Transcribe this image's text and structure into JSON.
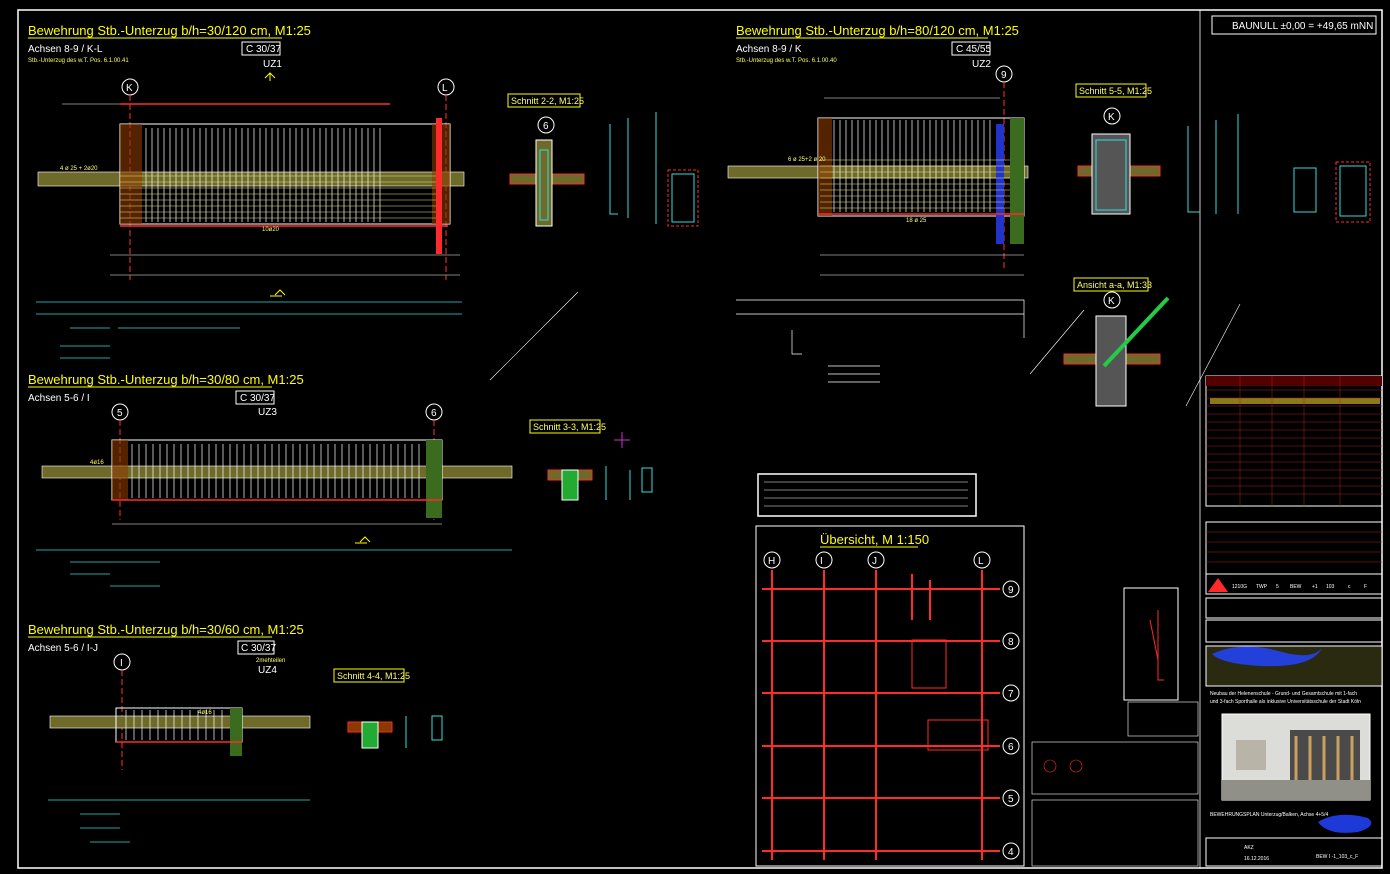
{
  "drawing": {
    "baunull": "BAUNULL ±0,00 = +49,65 mNN",
    "beams": [
      {
        "title": "Bewehrung Stb.-Unterzug b/h=30/120 cm, M1:25",
        "achsen": "Achsen 8-9 / K-L",
        "concrete": "C 30/37",
        "note": "Stb.-Unterzug des w.T. Pos. 6.1.00.41",
        "tag": "UZ1",
        "axis_left": "K",
        "axis_right": "L",
        "bars_top": "4 ø 25 + 2ø20",
        "bars_bottom": "10ø20"
      },
      {
        "title": "Bewehrung Stb.-Unterzug b/h=80/120 cm, M1:25",
        "achsen": "Achsen 8-9 / K",
        "concrete": "C 45/55",
        "note": "Stb.-Unterzug des w.T. Pos. 6.1.00.40",
        "tag": "UZ2",
        "axis_left": "9",
        "bars_top": "6 ø 25+2 ø 20",
        "bars_bottom": "18 ø 25"
      },
      {
        "title": "Bewehrung Stb.-Unterzug b/h=30/80 cm, M1:25",
        "achsen": "Achsen 5-6 / I",
        "concrete": "C 30/37",
        "tag": "UZ3",
        "axis_left": "5",
        "axis_right": "6",
        "bars": "4ø16"
      },
      {
        "title": "Bewehrung Stb.-Unterzug b/h=30/60 cm, M1:25",
        "achsen": "Achsen 5-6 / I-J",
        "concrete": "C 30/37",
        "sub": "2mehteilen",
        "tag": "UZ4",
        "axis_left": "I",
        "bars": "4ø16"
      }
    ],
    "sections": [
      {
        "label": "Schnitt 2-2, M1:25",
        "axis": "6"
      },
      {
        "label": "Schnitt 5-5, M1:25",
        "axis": "K"
      },
      {
        "label": "Ansicht a-a, M1:33",
        "axis": "K"
      },
      {
        "label": "Schnitt 3-3, M1:25"
      },
      {
        "label": "Schnitt 4-4, M1:25"
      }
    ],
    "overview": {
      "title": "Übersicht, M 1:150",
      "top_axes": [
        "H",
        "I",
        "J",
        "L"
      ],
      "side_axes": [
        "9",
        "8",
        "7",
        "6",
        "5",
        "4"
      ]
    }
  },
  "title_block": {
    "project_line1": "Neubau der Helenenschule - Grund- und Gesamtschule mit 1-fach",
    "project_line2": "und 3-fach Sporthalle als inklusive Universitätsschule der Stadt Köln",
    "plan_type": "BEWEHRUNGSPLAN Unterzug/Balken, Achse 4+5/4",
    "index_codes": [
      "1210G",
      "TWP",
      "5",
      "BEW",
      "+1",
      "103",
      "c",
      "F"
    ],
    "drawing_no": "BEW I -1_103_c_F",
    "scale": "AKZ",
    "date": "16.12.2016"
  },
  "colors": {
    "background": "#000000",
    "frame": "#ffffff",
    "title": "#ffff00",
    "rebar": "#ff2a2a",
    "concrete": "#6e6b2a",
    "cyan": "#33dddd",
    "green": "#22cc44"
  }
}
